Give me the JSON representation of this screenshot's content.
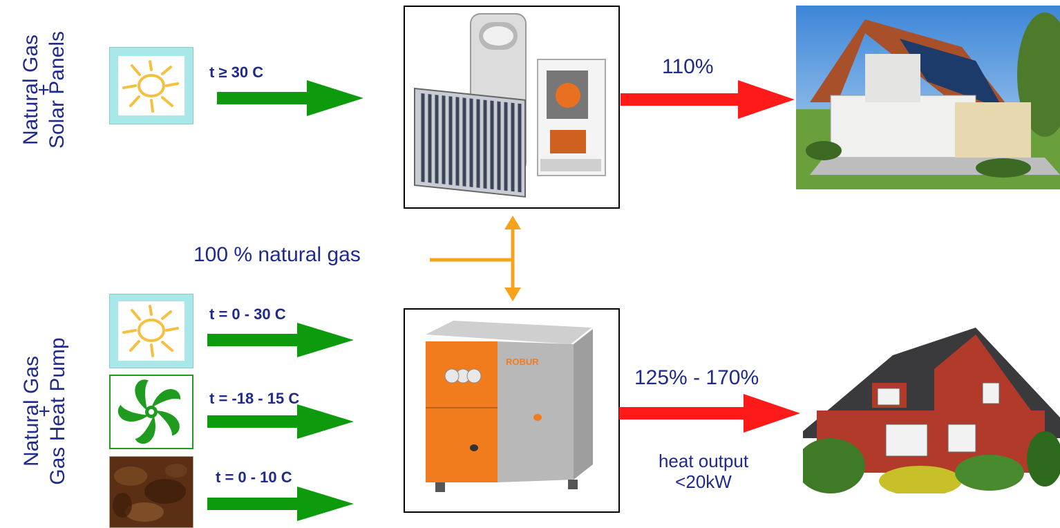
{
  "top_system": {
    "side_label_line1": "Natural Gas",
    "side_label_line2": "+",
    "side_label_line3": "Solar Panels",
    "condition": "t ≥ 30  C",
    "efficiency": "110%",
    "source_icon": "sun-icon",
    "device_icon": "solar-collector-boiler-tank",
    "output_icon": "modern-house-cutaway"
  },
  "bottom_system": {
    "side_label_line1": "Natural Gas",
    "side_label_line2": "+",
    "side_label_line3": "Gas Heat Pump",
    "conditions": [
      "t = 0 - 30  C",
      "t = -18 - 15  C",
      "t = 0 - 10  C"
    ],
    "source_icons": [
      "sun-icon",
      "fan-icon",
      "soil-icon"
    ],
    "efficiency": "125% - 170%",
    "heat_output_line1": "heat output",
    "heat_output_line2": "<20kW",
    "device_icon": "gas-heat-pump-unit",
    "device_brand": "ROBUR",
    "output_icon": "brick-house"
  },
  "gas_supply": {
    "label": "100 % natural gas"
  },
  "colors": {
    "text_blue": "#1f2a8c",
    "green_arrow": "#0d9a0d",
    "red_arrow": "#ff1a1a",
    "orange_line": "#f7a21b",
    "sun_box_fill": "#a8e8e8",
    "fan_green": "#1f9c1f"
  }
}
